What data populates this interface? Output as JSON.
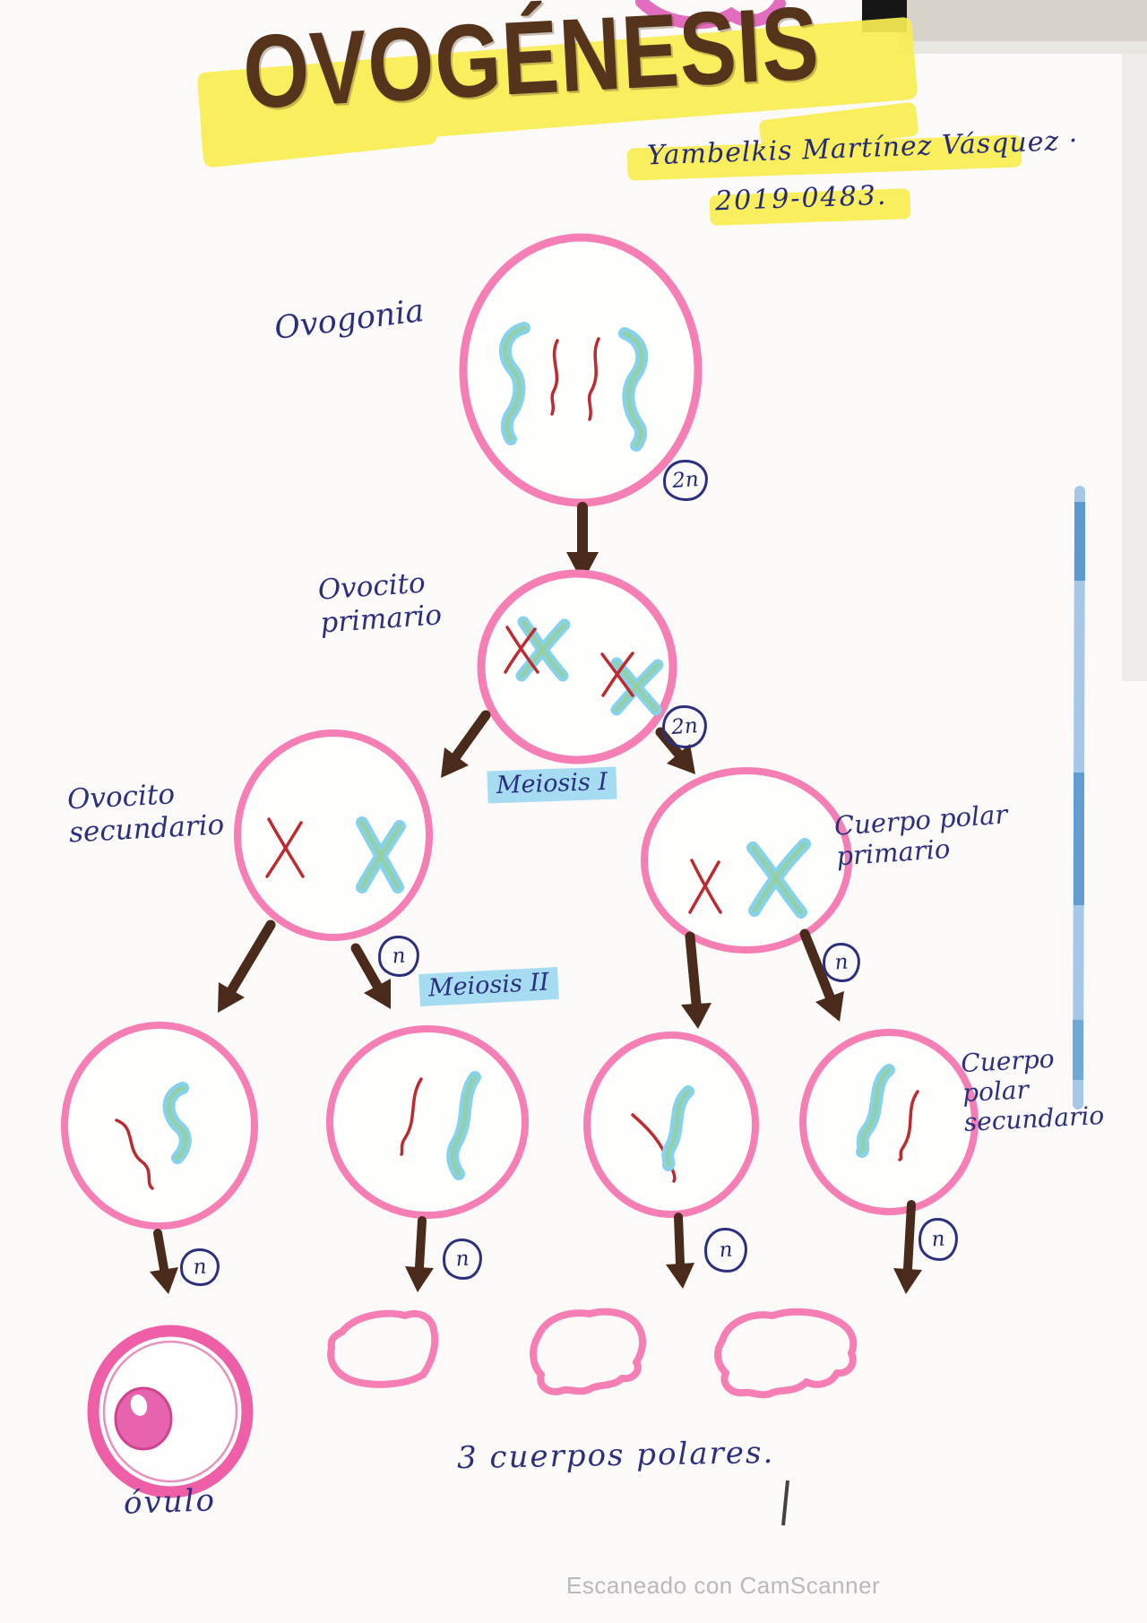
{
  "document": {
    "title": "OVOGÉNESIS",
    "author": "Yambelkis Martínez Vásquez ·",
    "student_id": "2019-0483.",
    "scanner_watermark": "Escaneado con CamScanner"
  },
  "diagram": {
    "labels": {
      "ovogonia": "Ovogonia",
      "ovocito_primario": "Ovocito\nprimario",
      "ovocito_secundario": "Ovocito\nsecundario",
      "cuerpo_polar_primario": "Cuerpo polar\nprimario",
      "cuerpo_polar_secundario": "Cuerpo\npolar\nsecundario",
      "meiosis_1": "Meiosis I",
      "meiosis_2": "Meiosis II",
      "ovulo": "óvulo",
      "polar_bodies_caption": "3 cuerpos polares."
    },
    "ploidy_badges": [
      "2n",
      "2n",
      "n",
      "n",
      "n",
      "n",
      "n",
      "n"
    ],
    "colors": {
      "cell_membrane_pink": "#f57fb5",
      "ovum_pink": "#ee5fa8",
      "nucleus_pink": "#e863ad",
      "chromosome_blue": "#86d2ea",
      "chromosome_green_overlay": "#96cf96",
      "chromosome_red": "#bf2a31",
      "arrow_brown": "#4a2b1b",
      "ink_navy": "#2b2f7e",
      "highlight_yellow": "#f8ee52",
      "highlight_blue": "#a5dcf2",
      "title_brown": "#55341b"
    }
  }
}
